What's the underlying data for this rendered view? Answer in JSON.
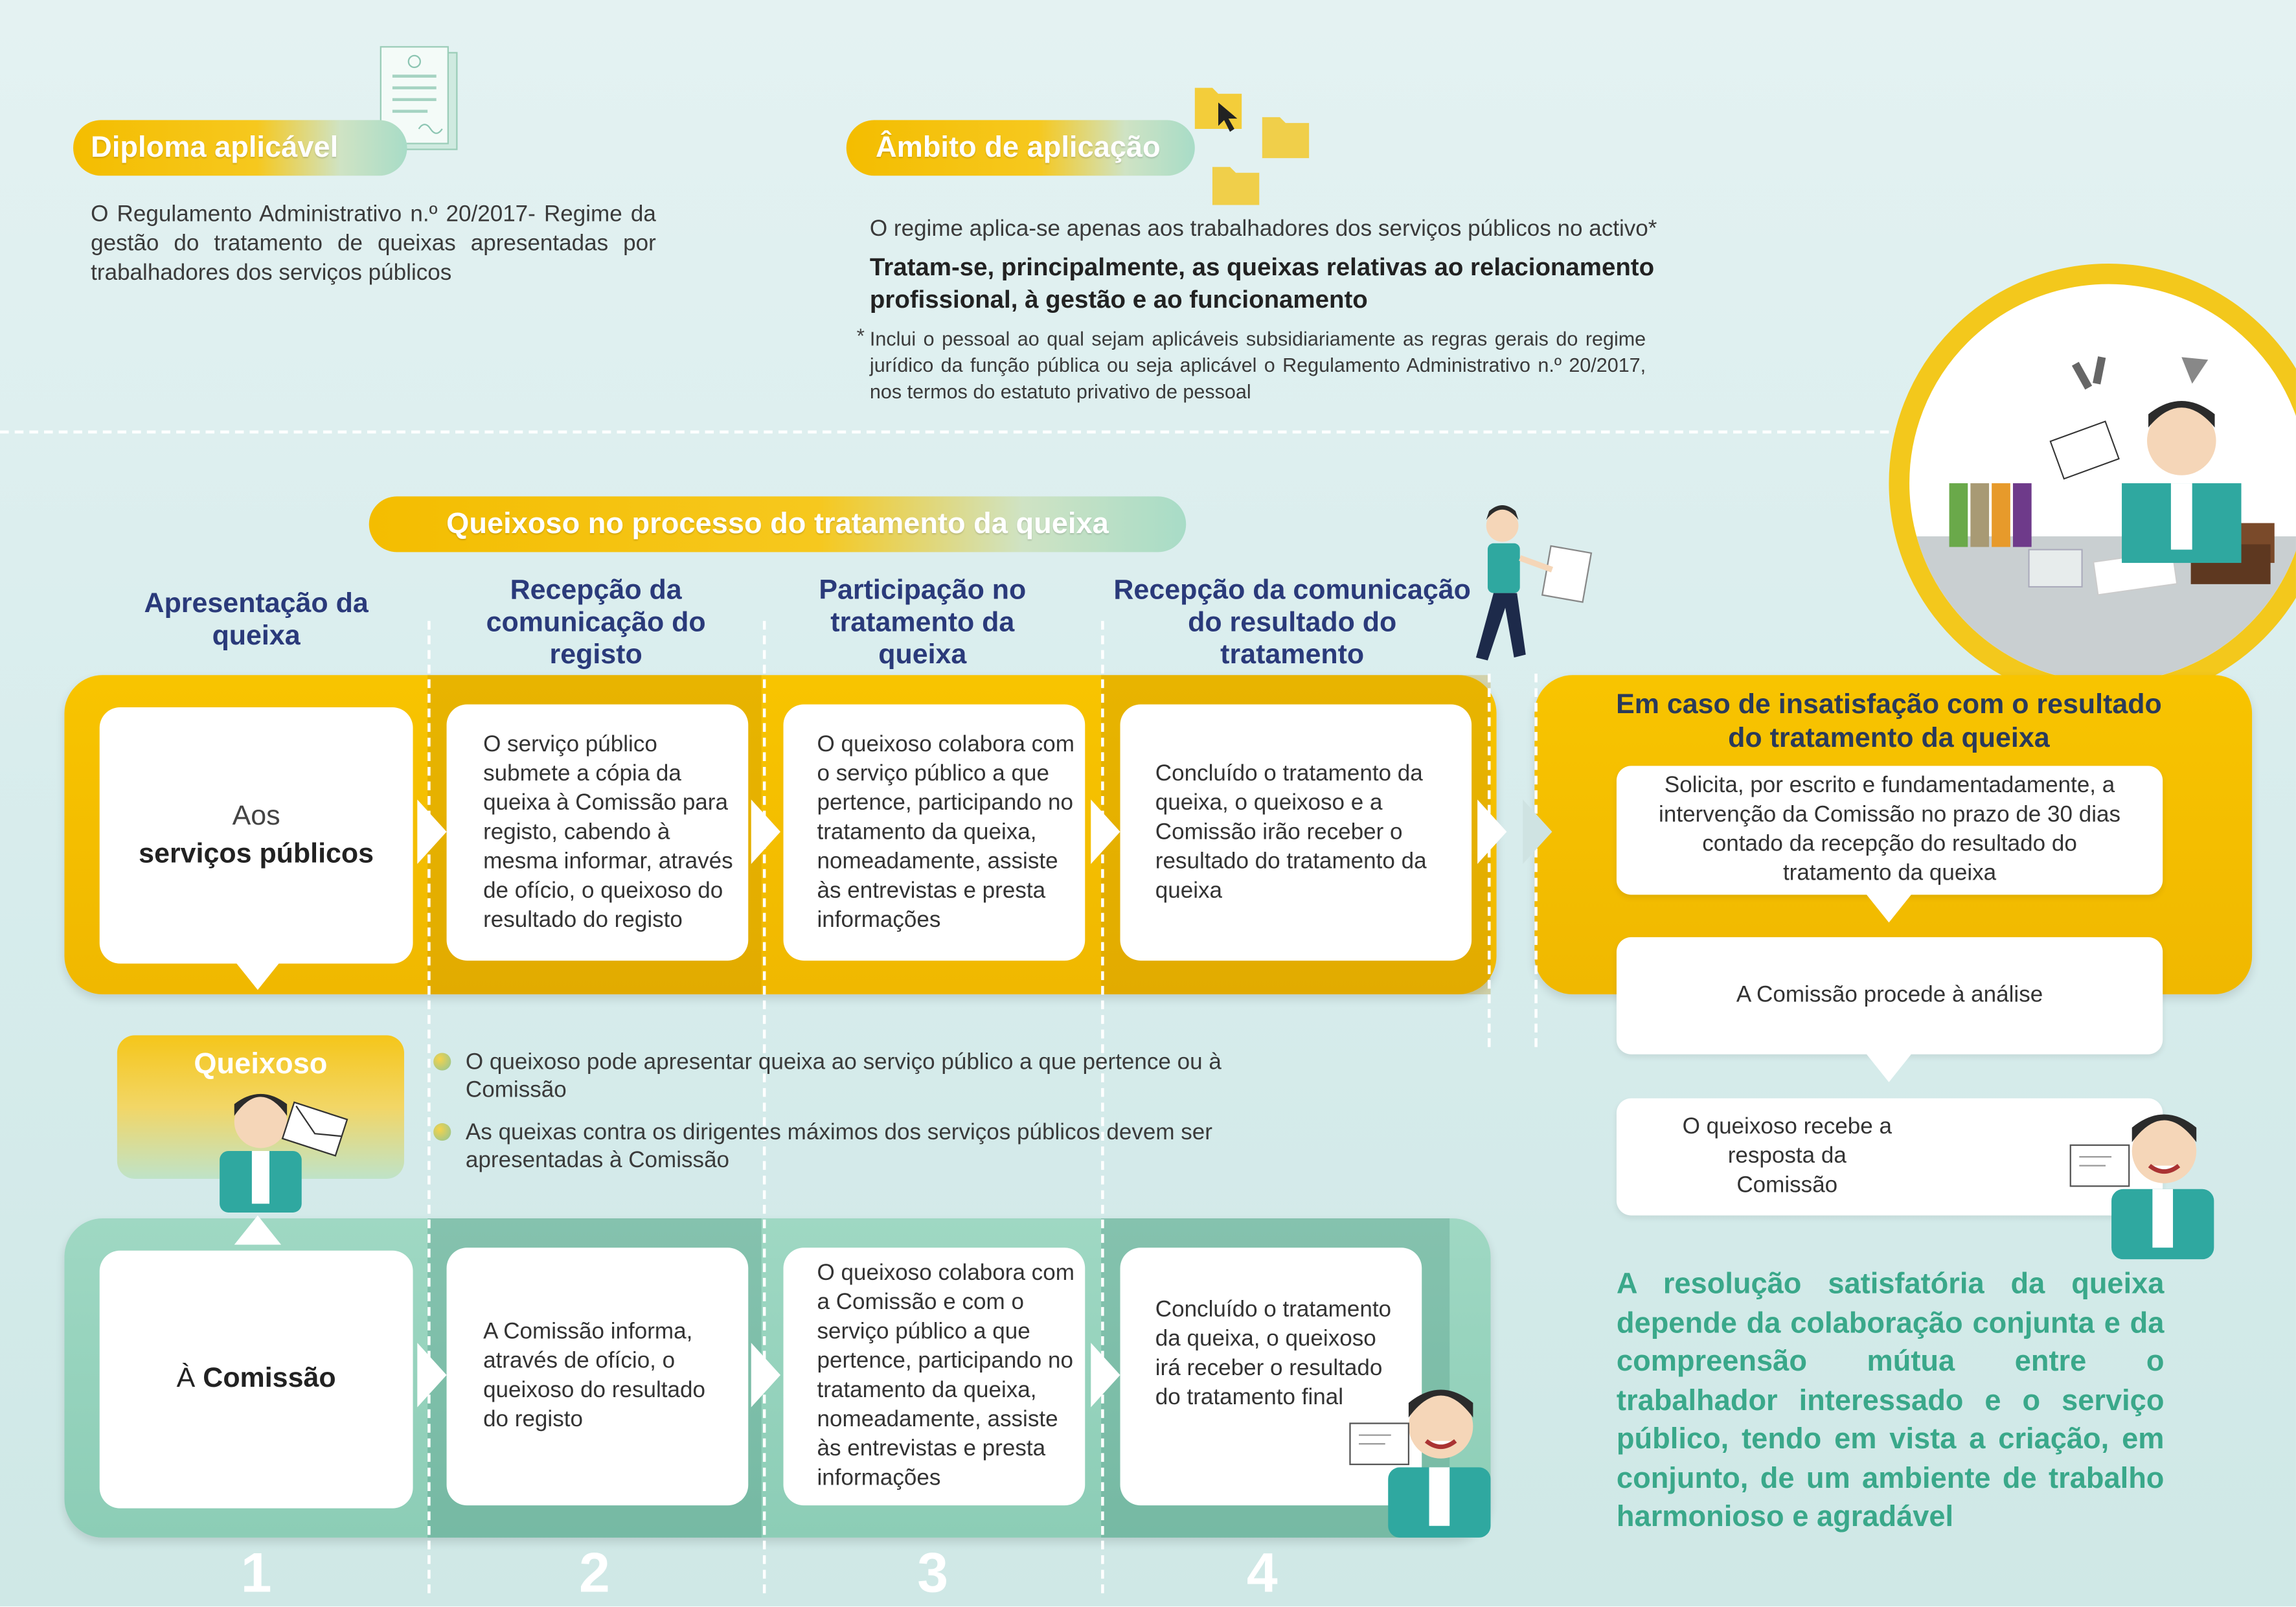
{
  "diploma": {
    "title": "Diploma aplicável",
    "text": "O Regulamento Administrativo n.º 20/2017- Regime da gestão do tratamento de queixas apresentadas por trabalhadores dos serviços públicos"
  },
  "ambito": {
    "title": "Âmbito de aplicação",
    "line1": "O regime aplica-se apenas aos trabalhadores dos serviços públicos no activo*",
    "bold_line": "Tratam-se, principalmente, as queixas relativas ao relacionamento profissional, à gestão e ao funcionamento",
    "footnote_mark": "*",
    "footnote": "Inclui o pessoal ao qual sejam aplicáveis subsidiariamente as regras gerais do regime jurídico da função pública ou seja aplicável o Regulamento Administrativo n.º 20/2017, nos termos do estatuto privativo de pessoal"
  },
  "process": {
    "title": "Queixoso no processo do tratamento da queixa",
    "columns": [
      "Apresentação da queixa",
      "Recepção da comunicação do registo",
      "Participação no tratamento da queixa",
      "Recepção da comunicação do resultado do tratamento"
    ],
    "numbers": [
      "1",
      "2",
      "3",
      "4"
    ]
  },
  "services_row": {
    "label_light": "Aos",
    "label_bold": "serviços públicos",
    "cards": [
      "O serviço público submete a cópia da queixa à Comissão para registo, cabendo à mesma informar, através de ofício, o queixoso do resultado do registo",
      "O queixoso colabora com o serviço público a que pertence, participando no tratamento da queixa, nomeadamente, assiste às entrevistas e presta informações",
      "Concluído o tratamento da queixa, o queixoso e a Comissão irão receber o resultado do tratamento da queixa"
    ]
  },
  "queixoso": {
    "label": "Queixoso",
    "bullets": [
      "O queixoso pode apresentar queixa ao serviço público a que pertence ou à Comissão",
      "As queixas contra os dirigentes máximos dos serviços públicos devem ser apresentadas à Comissão"
    ]
  },
  "commission_row": {
    "label_light": "À",
    "label_bold": "Comissão",
    "cards": [
      "A Comissão informa, através de ofício, o queixoso do resultado do registo",
      "O queixoso colabora com a Comissão e com o serviço público a que pertence, participando no tratamento da queixa, nomeadamente, assiste às entrevistas e presta informações",
      "Concluído o tratamento da queixa, o queixoso irá receber o resultado do tratamento final"
    ]
  },
  "dissatisfaction": {
    "title": "Em caso de insatisfação com o resultado do tratamento da queixa",
    "steps": [
      "Solicita, por escrito e fundamentadamente, a intervenção da Comissão no prazo de 30 dias contado da recepção do resultado do tratamento da queixa",
      "A Comissão procede à análise",
      "O queixoso recebe a resposta da Comissão"
    ]
  },
  "conclusion": "A resolução satisfatória da queixa depende da colaboração conjunta e da compreensão mútua entre o trabalhador interessado e o serviço público, tendo em vista a criação, em conjunto, de um ambiente de trabalho harmonioso e agradável",
  "colors": {
    "yellow": "#f4bd00",
    "green": "#8ccdb6",
    "navy": "#2a3a7a",
    "teal_text": "#3aa88a"
  }
}
